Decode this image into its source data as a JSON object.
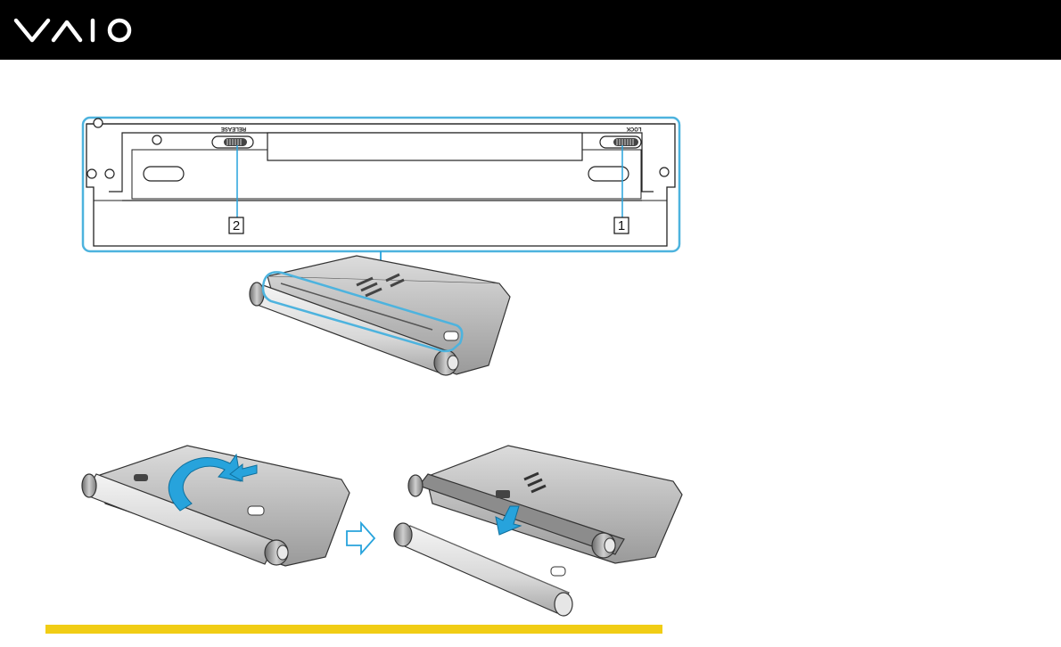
{
  "header": {
    "brand": "VAIO",
    "logo_icon": "vaio-logo-icon",
    "background": "#000000",
    "logo_color": "#ffffff"
  },
  "figure": {
    "detail_panel": {
      "release_label": "RELEASE",
      "lock_label": "LOCK",
      "callouts": [
        {
          "number": "2",
          "target": "release-switch"
        },
        {
          "number": "1",
          "target": "lock-switch"
        }
      ],
      "frame_color": "#4db3de"
    },
    "step_arrow_icon": "right-outline-arrow-icon",
    "arrow_color": "#27a3dc"
  },
  "footer": {
    "bar_color": "#f1cd15"
  }
}
